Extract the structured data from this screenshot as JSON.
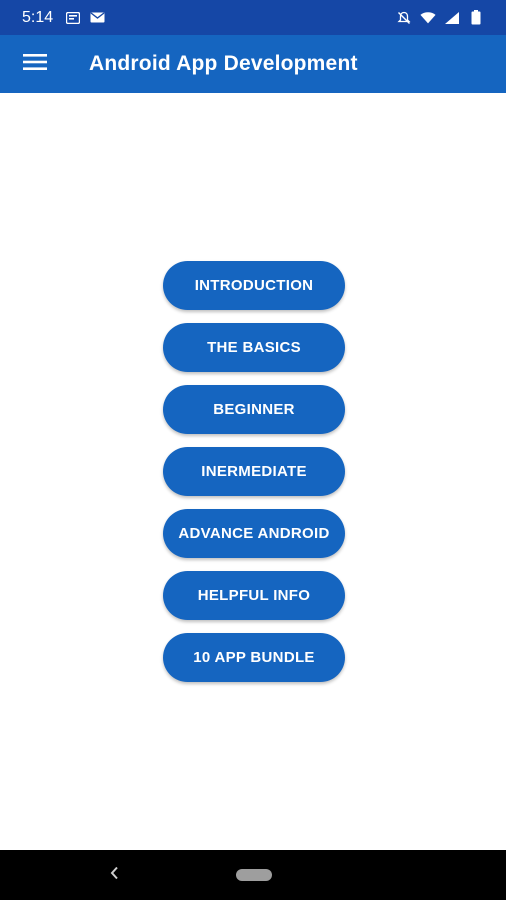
{
  "status_bar": {
    "time": "5:14",
    "icons_left": [
      "notification-icon",
      "mail-icon"
    ],
    "icons_right": [
      "silent-icon",
      "wifi-icon",
      "signal-icon",
      "battery-icon"
    ]
  },
  "app_bar": {
    "title": "Android App Development",
    "menu_icon": "hamburger-menu-icon"
  },
  "menu": {
    "items": [
      {
        "label": "INTRODUCTION"
      },
      {
        "label": "THE BASICS"
      },
      {
        "label": "BEGINNER"
      },
      {
        "label": "INERMEDIATE"
      },
      {
        "label": "ADVANCE ANDROID"
      },
      {
        "label": "HELPFUL INFO"
      },
      {
        "label": "10 APP BUNDLE"
      }
    ]
  },
  "nav_bar": {
    "back_icon": "back-chevron-icon",
    "home_icon": "home-pill-icon"
  },
  "colors": {
    "status_bar": "#1547a6",
    "app_bar": "#1565c0",
    "button": "#1565c0",
    "button_text": "#ffffff",
    "background": "#ffffff",
    "nav_bar": "#000000"
  }
}
